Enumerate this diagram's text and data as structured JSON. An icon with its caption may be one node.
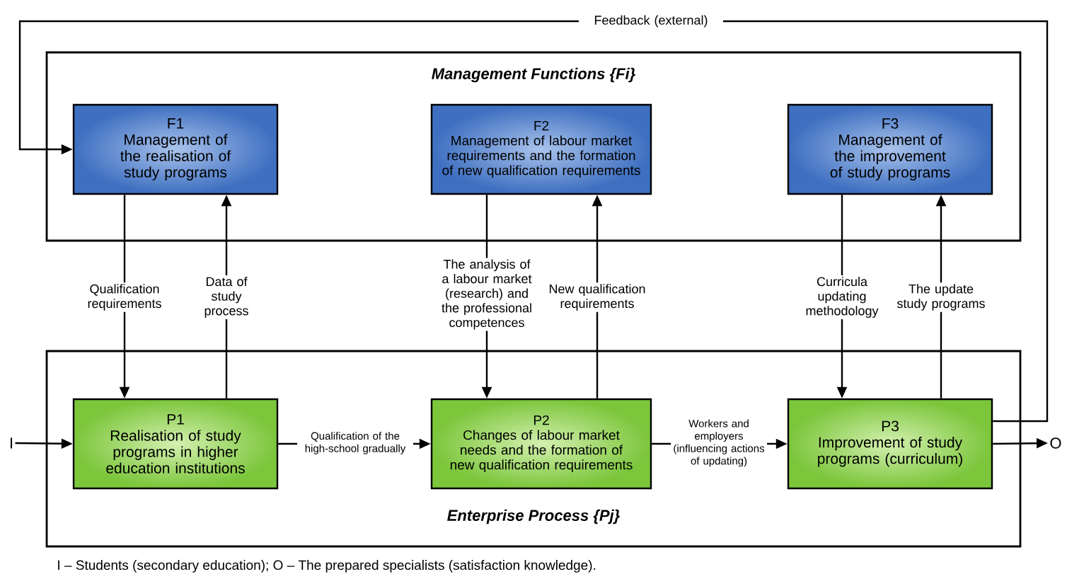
{
  "diagram": {
    "nodes": [
      {
        "text": [
          "Management Functions {Fi}"
        ]
      },
      {
        "text": [
          "F1",
          "Management of the realisation of study programs"
        ],
        "in": 0
      },
      {
        "text": [
          "F2",
          "Management of labour market requirements and the formation of new qualification requirements"
        ],
        "in": 0
      },
      {
        "text": [
          "F3",
          "Management of the improvement of study programs"
        ],
        "in": 0
      },
      {
        "text": [
          "Enterprise Process {Pj}"
        ]
      },
      {
        "text": [
          "P1",
          "Realisation of study programs in higher education institutions"
        ],
        "in": 4
      },
      {
        "text": [
          "P2",
          "Changes of labour market needs and the formation of new qualification requirements"
        ],
        "in": 4
      },
      {
        "text": [
          "P3",
          "Improvement of study programs (curriculum)"
        ],
        "in": 4
      },
      {
        "text": [
          "I"
        ]
      },
      {
        "text": [
          "O"
        ]
      }
    ],
    "edges": [
      {
        "from": 1,
        "to": 5,
        "arrow": "to",
        "label": "Qualification requirements"
      },
      {
        "from": 5,
        "to": 1,
        "arrow": "to",
        "label": "Data of study process"
      },
      {
        "from": 2,
        "to": 6,
        "arrow": "to",
        "label": "The analysis of a labour market (research) and the professional competences"
      },
      {
        "from": 6,
        "to": 2,
        "arrow": "to",
        "label": "New qualification requirements"
      },
      {
        "from": 3,
        "to": 7,
        "arrow": "to",
        "label": "Curricula updating methodology"
      },
      {
        "from": 7,
        "to": 3,
        "arrow": "to",
        "label": "The update study programs"
      },
      {
        "from": 8,
        "to": 5,
        "arrow": "to"
      },
      {
        "from": 5,
        "to": 6,
        "arrow": "to",
        "label": "Qualification of the high-school gradually"
      },
      {
        "from": 6,
        "to": 7,
        "arrow": "to",
        "label": "Workers and employers (influencing actions of updating)"
      },
      {
        "from": 7,
        "to": 9,
        "arrow": "to"
      },
      {
        "from": 7,
        "to": 1,
        "arrow": "to",
        "label": "Feedback (external)"
      }
    ],
    "labels": [
      "I – Students (secondary education); O – The prepared specialists (satisfaction knowledge)."
    ]
  }
}
